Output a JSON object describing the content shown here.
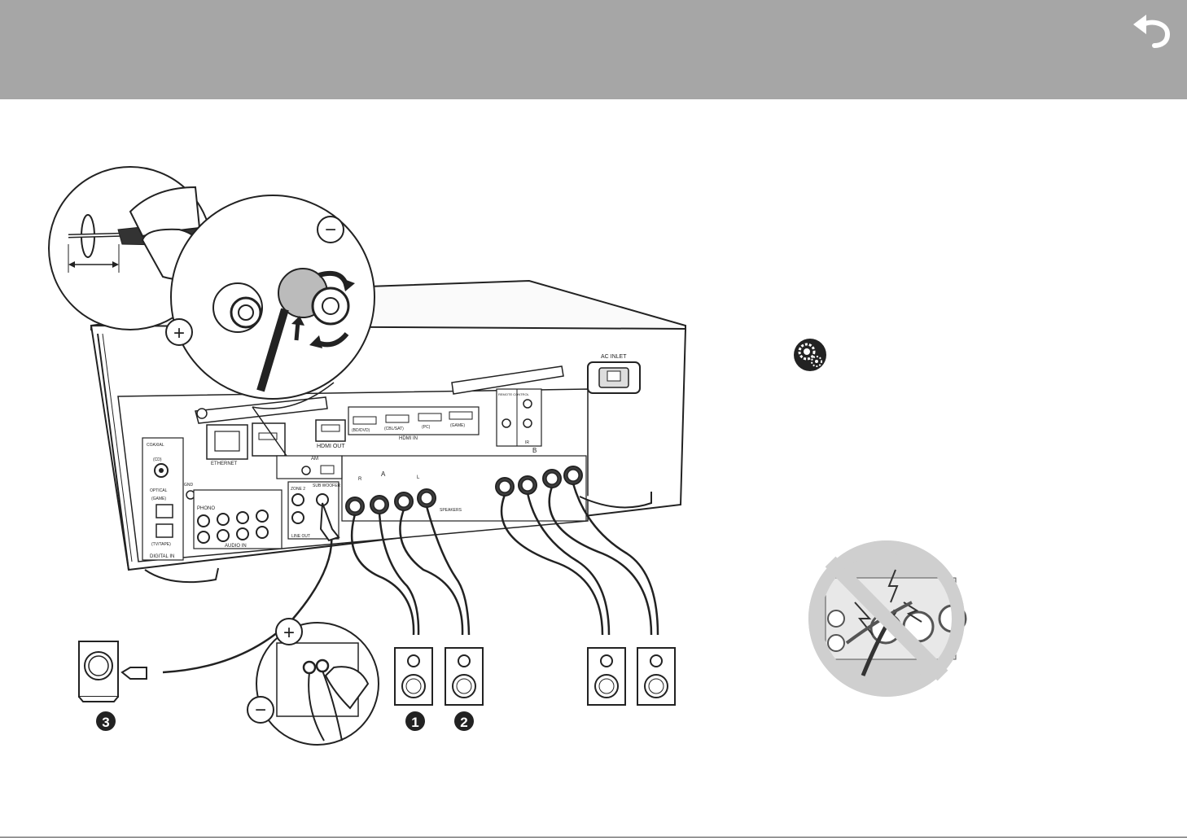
{
  "header": {
    "back_icon": "back-arrow-icon",
    "color": "#a6a6a6"
  },
  "badges": {
    "b1": "1",
    "b2": "2",
    "b3": "3"
  },
  "polarity": {
    "plus": "+",
    "minus": "−"
  },
  "settings_icon": "gear-icon",
  "receiver": {
    "ac_inlet": "AC INLET",
    "ethernet": "ETHERNET",
    "hdmi_out": "HDMI OUT",
    "hdmi_in": "HDMI IN",
    "hdmi1": "(BD/DVD)",
    "hdmi2": "(CBL/SAT)",
    "hdmi3": "(PC)",
    "hdmi4": "(GAME)",
    "coaxial": "COAXIAL",
    "cd": "(CD)",
    "optical": "OPTICAL",
    "game": "(GAME)",
    "tvtape": "(TV/TAPE)",
    "digital_in": "DIGITAL IN",
    "phono": "PHONO",
    "audio_in": "AUDIO IN",
    "zone2": "ZONE 2",
    "subwoofer": "SUB WOOFER",
    "line_out": "LINE OUT",
    "am": "AM",
    "speakers": "SPEAKERS",
    "a": "A",
    "b": "B",
    "r": "R",
    "l": "L",
    "remote_control": "REMOTE CONTROL",
    "ir": "IR",
    "gnd": "GND"
  }
}
